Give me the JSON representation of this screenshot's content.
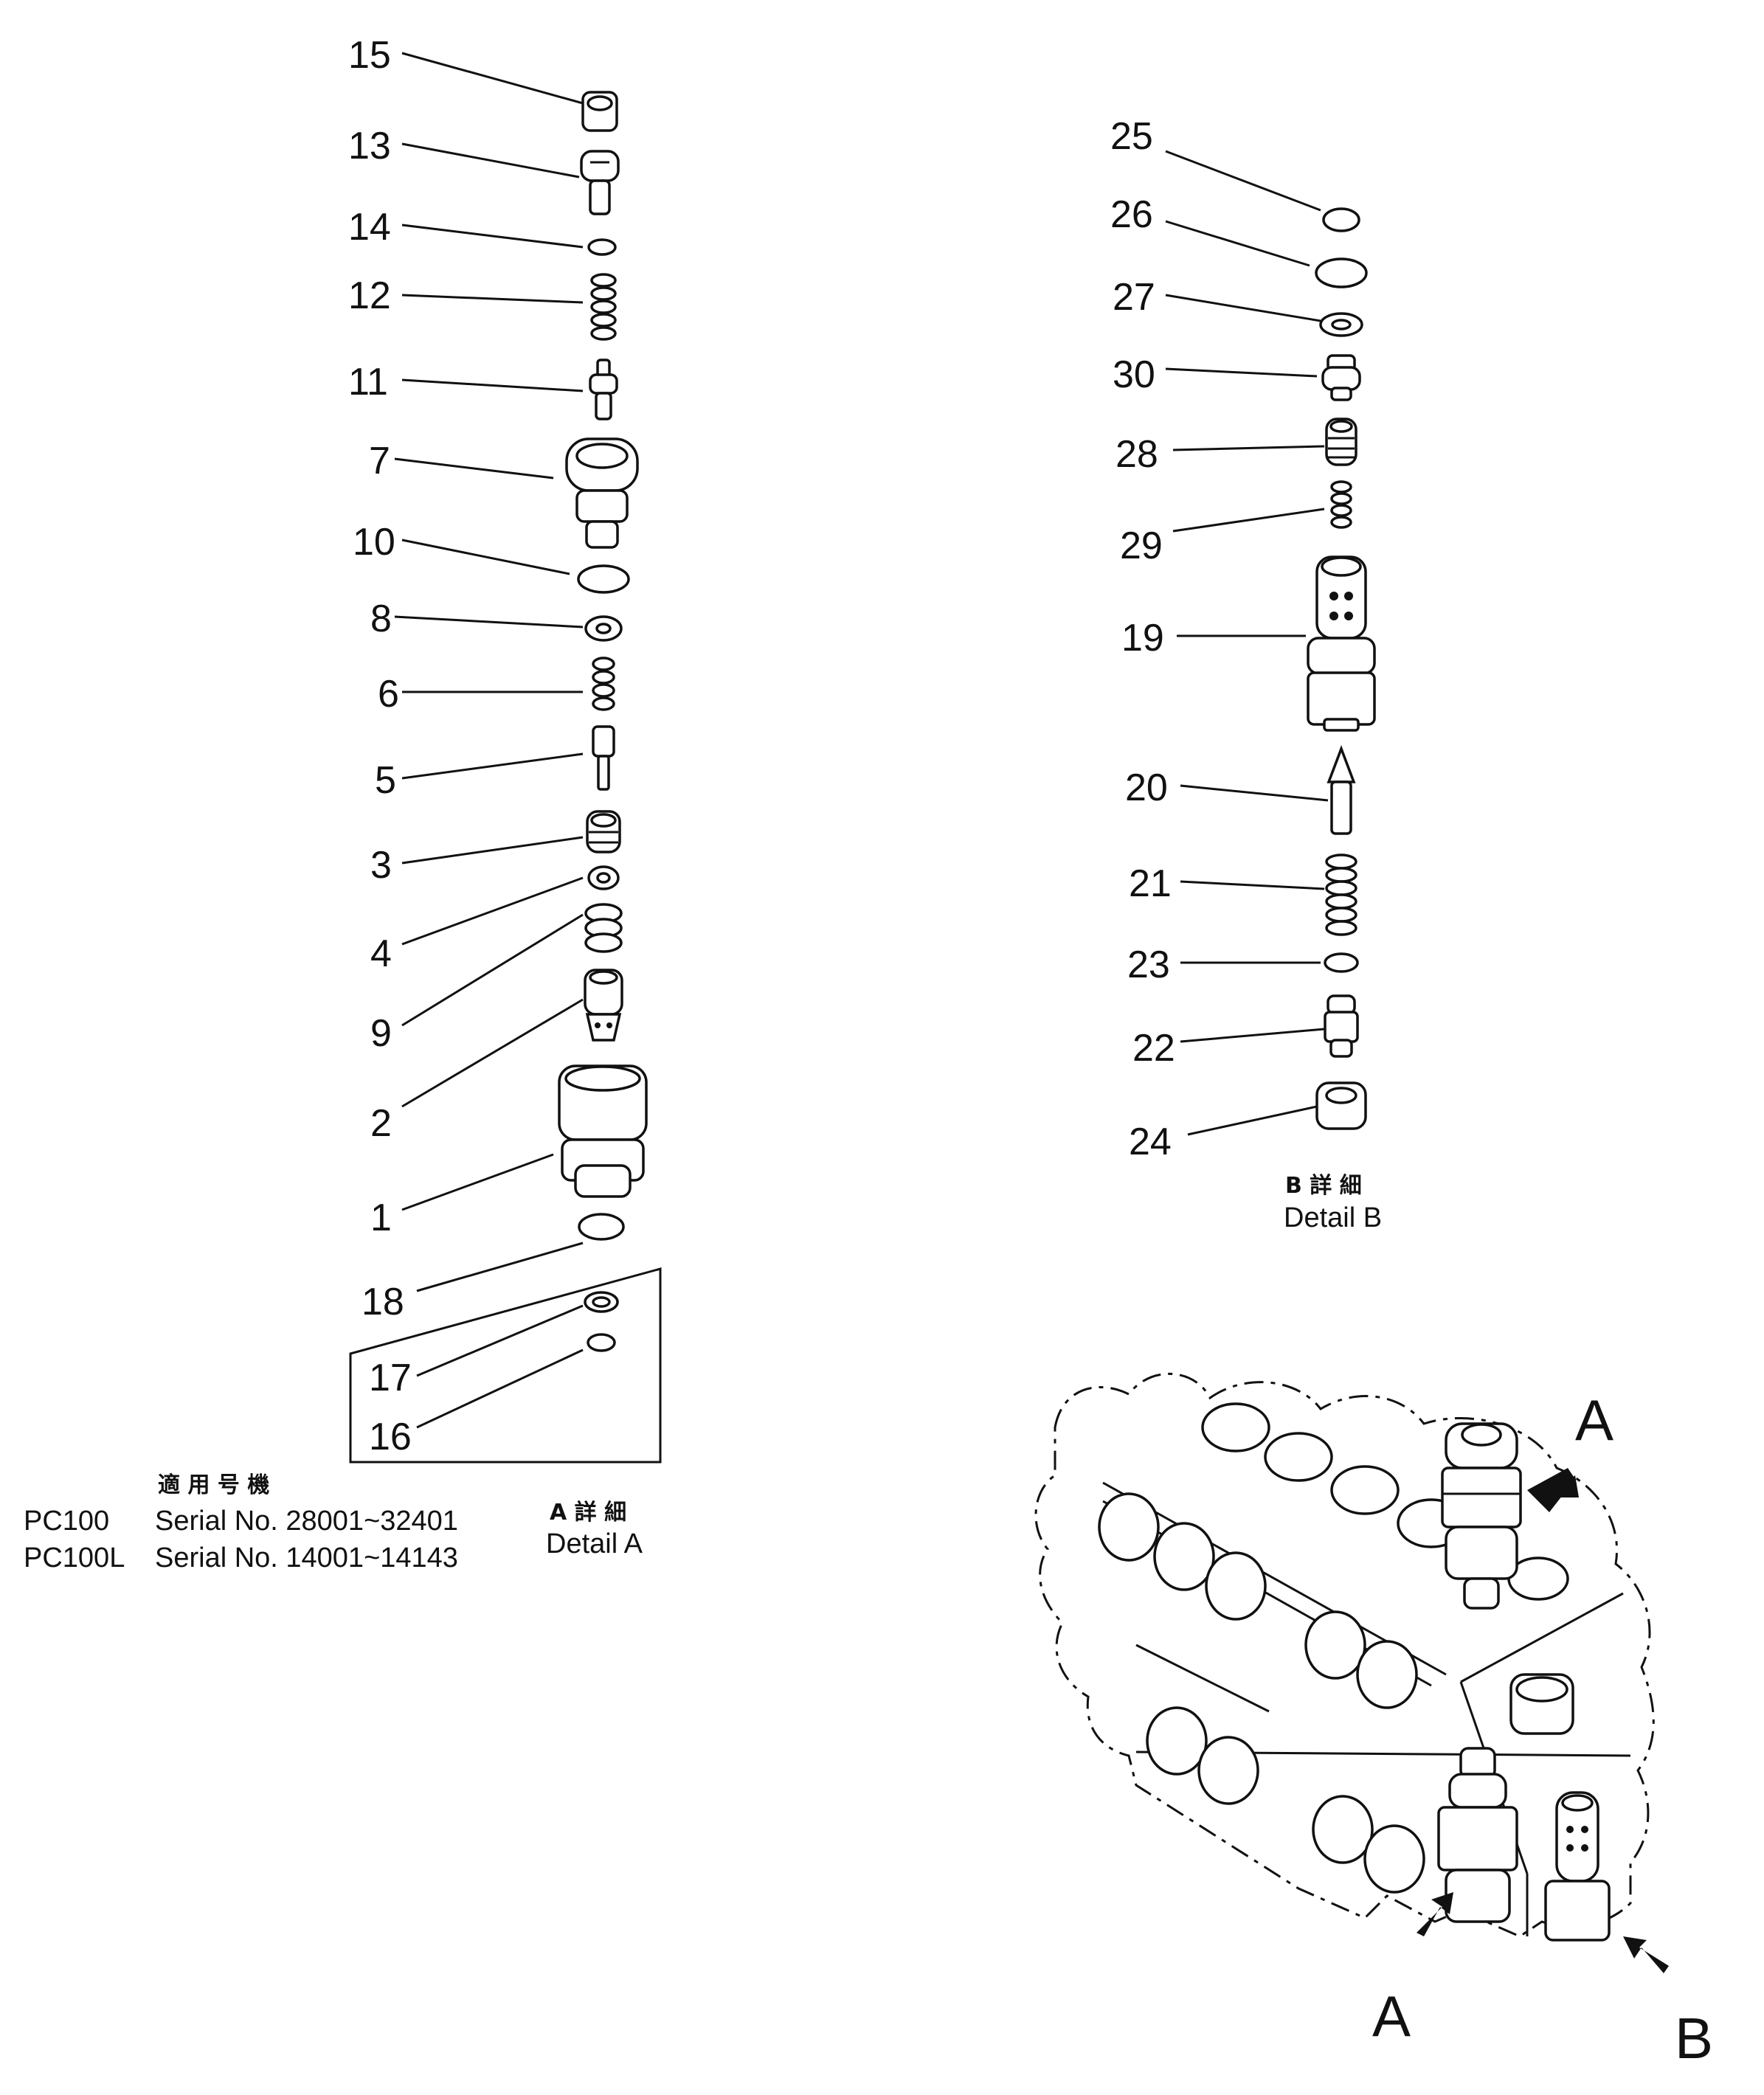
{
  "detail_a": {
    "callouts": [
      "15",
      "13",
      "14",
      "12",
      "11",
      "7",
      "10",
      "8",
      "6",
      "5",
      "3",
      "4",
      "9",
      "2",
      "1",
      "18",
      "17",
      "16"
    ],
    "caption_jp": "A 詳 細",
    "caption_en": "Detail A"
  },
  "detail_b": {
    "callouts": [
      "25",
      "26",
      "27",
      "30",
      "28",
      "29",
      "19",
      "20",
      "21",
      "23",
      "22",
      "24"
    ],
    "caption_jp": "B 詳 細",
    "caption_en": "Detail B"
  },
  "applicability": {
    "heading_jp": "適 用 号 機",
    "rows": [
      {
        "model": "PC100",
        "serial": "Serial No. 28001~32401"
      },
      {
        "model": "PC100L",
        "serial": "Serial No. 14001~14143"
      }
    ]
  },
  "assembly": {
    "label_a_top": "A",
    "label_a_bottom": "A",
    "label_b": "B"
  },
  "colors": {
    "ink": "#111111",
    "paper": "#ffffff"
  }
}
